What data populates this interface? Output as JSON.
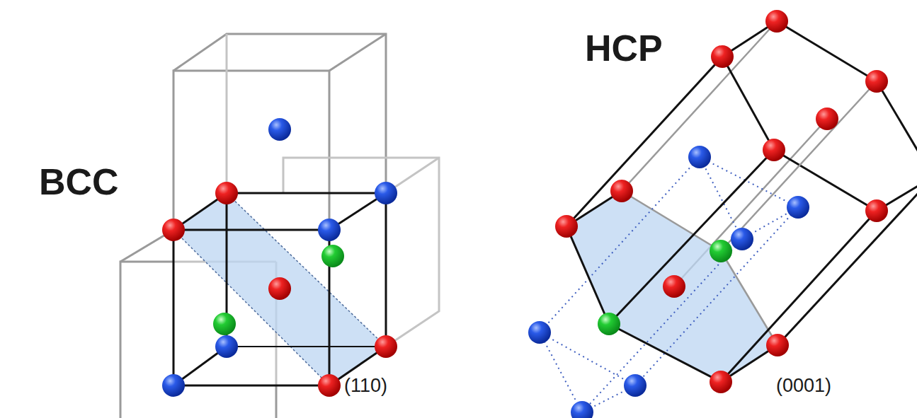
{
  "diagram": {
    "labels": [
      "BCC",
      "HCP",
      "(110)",
      "(0001)"
    ]
  }
}
